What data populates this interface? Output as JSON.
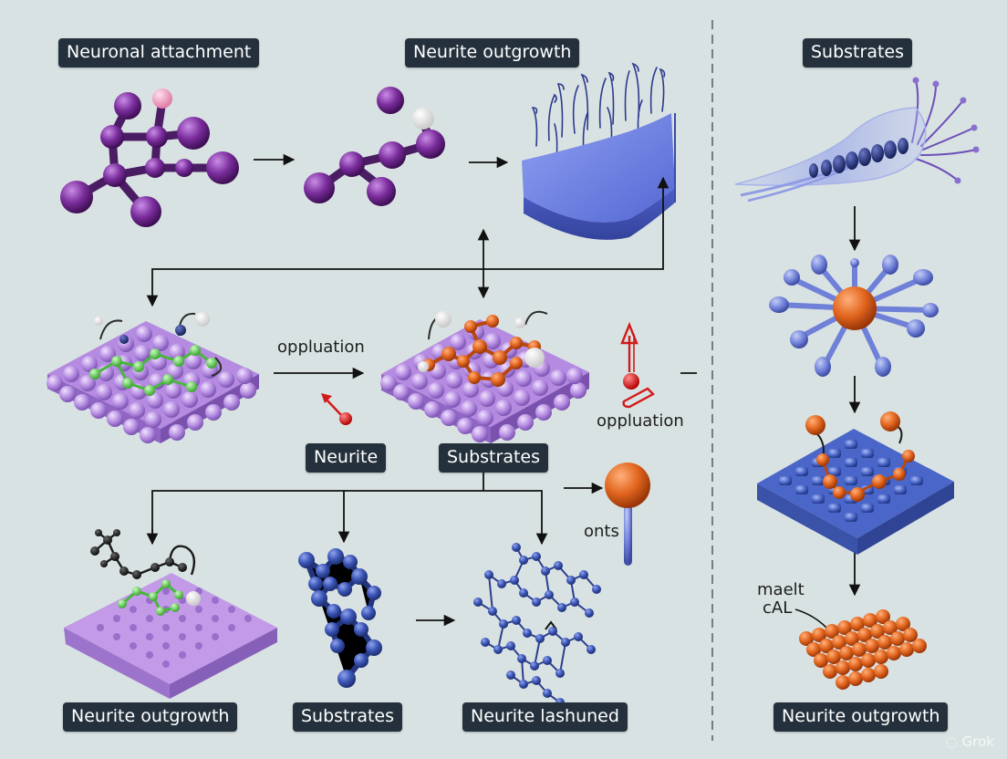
{
  "labels": {
    "neuronal_attachment": "Neuronal attachment",
    "neurite_outgrowth_top": "Neurite outgrowth",
    "substrates_top_right": "Substrates",
    "neurite_mid": "Neurite",
    "substrates_mid": "Substrates",
    "neurite_outgrowth_bottom_left": "Neurite outgrowth",
    "substrates_bottom": "Substrates",
    "neurite_lashuned": "Neurite lashuned",
    "neurite_outgrowth_bottom_right": "Neurite outgrowth"
  },
  "annotations": {
    "oppluation_left": "oppluation",
    "oppluation_right": "oppluation",
    "onts": "onts",
    "maelt": "maelt",
    "cal": "cAL"
  },
  "watermark": "Grok",
  "colors": {
    "background": "#d9e2e2",
    "label_bg": "#24313c",
    "molecule_purple": "#7a2d9c",
    "substrate_lilac": "#b48be0",
    "substrate_blue": "#4a66c8",
    "accent_orange": "#e2661f",
    "accent_green": "#5bd14a",
    "accent_red": "#d21a1a"
  },
  "icons": [
    "arrow-right-icon",
    "arrow-down-icon",
    "arrow-up-icon",
    "watermark-icon"
  ]
}
